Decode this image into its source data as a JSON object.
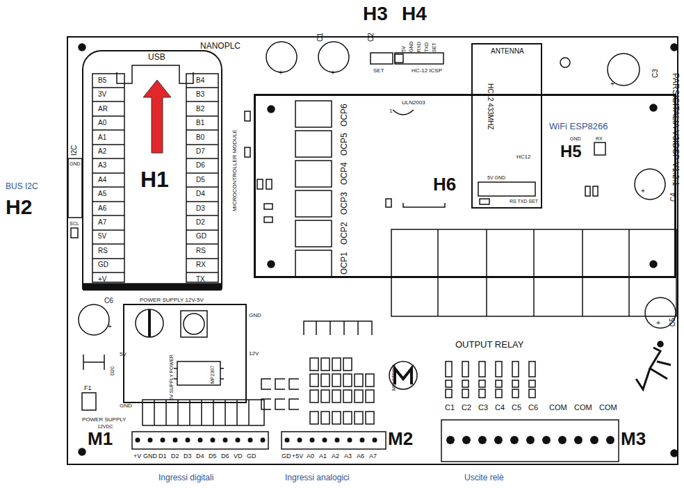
{
  "diagram": {
    "nodes": [
      {
        "text": [
          "NANOPLC"
        ]
      },
      {
        "text": [
          "MICROCONTROLLER MODULE"
        ],
        "in": 0
      },
      {
        "text": [
          "POWER SUPPLY 12V-5V"
        ],
        "in": 0
      },
      {
        "text": [
          "ULN2003"
        ],
        "in": 0
      },
      {
        "text": [
          "ANTENNA"
        ],
        "in": 0
      }
    ],
    "labels": [
      "H3",
      "H4",
      "BUS I2C",
      "H2",
      "Ingressi digitali",
      "Ingressi analogici",
      "Uscite relè",
      "USB",
      "H1",
      "B5",
      "3V",
      "AR",
      "A0",
      "A1",
      "A2",
      "A3",
      "A4",
      "A5",
      "A6",
      "A7",
      "5V",
      "RS",
      "GD",
      "+V",
      "B4",
      "B3",
      "B2",
      "B1",
      "B0",
      "D7",
      "D6",
      "D5",
      "D4",
      "D3",
      "D2",
      "GD",
      "RS",
      "RX",
      "TX",
      "I2C",
      "GND",
      "SCL",
      "C1",
      "C2",
      "C3",
      "C4",
      "C5",
      "C6",
      "+",
      "+",
      "+",
      "+",
      "+",
      "+",
      "SET",
      "5V",
      "GND",
      "RXD",
      "TXD",
      "SET",
      "HC-12 ICSP",
      "HC12 433MHZ",
      "HC12",
      "5V GND",
      "RS TXD SET",
      "H6",
      "WiFi ESP8266",
      "GND",
      "RX",
      "H5",
      "1",
      "OCP6",
      "OCP5",
      "OCP4",
      "OCP3",
      "OCP2",
      "OCP1",
      "PARSICITALIA V3IDSP V1.2.1",
      "OUTPUT RELAY",
      "GND",
      "12V",
      "5V SUPPLY POWER",
      "MP2307",
      "5V",
      "GND",
      "D20",
      "F1",
      "POWER SUPPLY",
      "12VDC",
      "MOVITECH",
      "C1",
      "C2",
      "C3",
      "C4",
      "C5",
      "C6",
      "COM",
      "COM",
      "COM",
      "+V",
      "GND",
      "D1",
      "D2",
      "D3",
      "D4",
      "D5",
      "D6",
      "VD",
      "GD",
      "GD",
      "+5V",
      "A0",
      "A1",
      "A2",
      "A3",
      "A6",
      "A7",
      "M1",
      "M2",
      "M3"
    ]
  }
}
